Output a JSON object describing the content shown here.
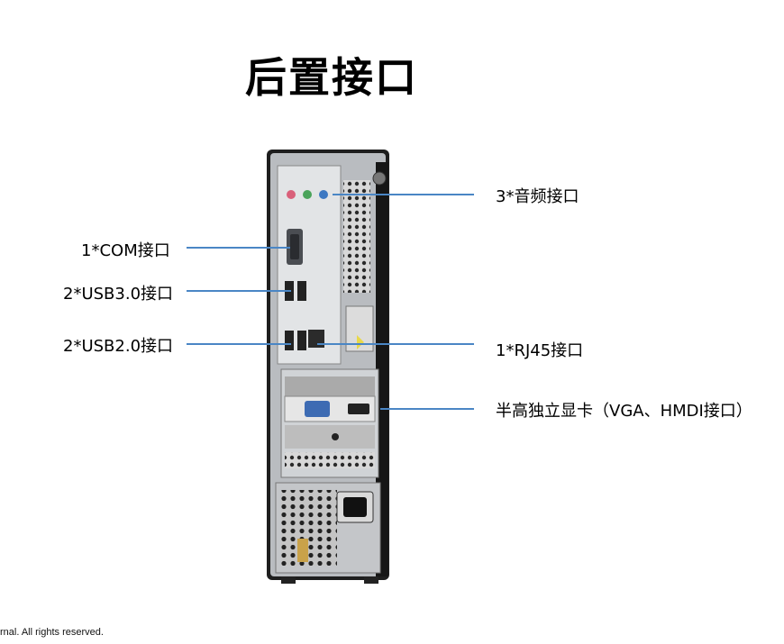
{
  "title": "后置接口",
  "callouts": {
    "audio": "3*音频接口",
    "com": "1*COM接口",
    "usb30": "2*USB3.0接口",
    "usb20": "2*USB2.0接口",
    "rj45": "1*RJ45接口",
    "gpu": "半高独立显卡（VGA、HMDI接口）"
  },
  "footer": "rnal. All rights reserved.",
  "colors": {
    "leader_line": "#4a86c5",
    "chassis": "#1e1e1e",
    "panel": "#c9ccd0",
    "vga_port": "#3d6bb3",
    "audio_pink": "#d9607a",
    "audio_green": "#4aa35a",
    "audio_blue": "#3d78c2"
  }
}
